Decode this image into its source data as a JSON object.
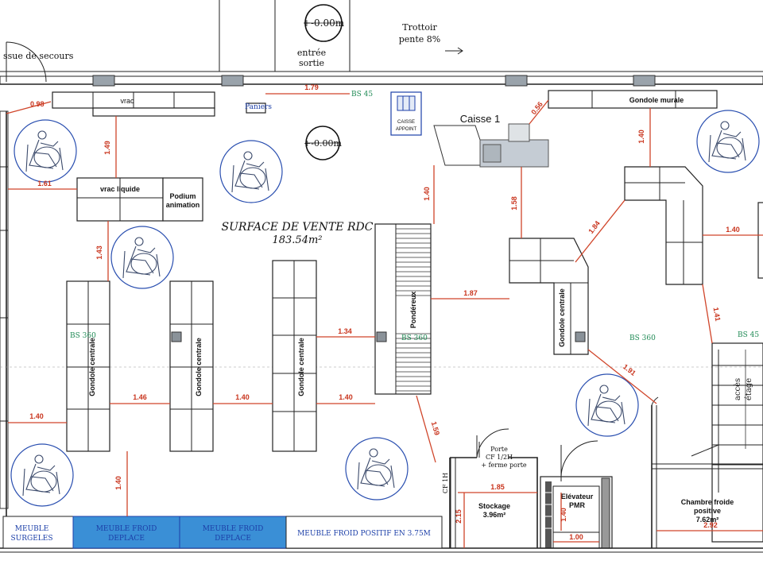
{
  "title": "SURFACE DE VENTE RDC",
  "surface": "183.54m²",
  "top": {
    "level_1": "+-0.00m",
    "level_2": "+-0.00m",
    "entry": [
      "entrée",
      "sortie"
    ],
    "sidewalk": [
      "Trottoir",
      "pente 8%"
    ],
    "emergency_exit": "ssue de secours"
  },
  "labels": {
    "vrac": "vrac",
    "paniers": "Paniers",
    "caisse_appoint": [
      "CAISSE",
      "APPOINT"
    ],
    "caisse1": "Caisse 1",
    "gondole_murale": "Gondole murale",
    "vrac_liquide": "vrac liquide",
    "podium": [
      "Podium",
      "animation"
    ],
    "gondole_centrale": "Gondole centrale",
    "pondereux": "Pondéreux",
    "acces_etage": [
      "accès",
      "étage"
    ],
    "porte": [
      "Porte",
      "CF 1/2H",
      "+ ferme porte"
    ],
    "cf": "CF 1H",
    "stockage": [
      "Stockage",
      "3.96m²"
    ],
    "elevateur": [
      "Elévateur",
      "PMR"
    ],
    "chambre": [
      "Chambre froide",
      "positive",
      "7.62m²"
    ]
  },
  "bottom": {
    "surgeles": [
      "MEUBLE",
      "SURGELES"
    ],
    "froid_deplace": [
      "MEUBLE FROID",
      "DEPLACE"
    ],
    "froid_positif": "MEUBLE FROID POSITIF EN 3.75M"
  },
  "bs": {
    "a": "BS 45",
    "b": "BS 360",
    "c": "BS 360",
    "d": "BS 360",
    "e": "BS 45"
  },
  "dims": {
    "d098": "0.98",
    "d179": "1.79",
    "d056": "0.56",
    "d149": "1.49",
    "d161": "1.61",
    "d140a": "1.40",
    "d158": "1.58",
    "d143": "1.43",
    "d134": "1.34",
    "d184": "1.84",
    "d140b": "1.40",
    "d140c": "1.40",
    "d187": "1.87",
    "d141": "1.41",
    "d191": "1.91",
    "d140d": "1.40",
    "d146": "1.46",
    "d140e": "1.40",
    "d140f": "1.40",
    "d159": "1.59",
    "d140g": "1.40",
    "d185": "1.85",
    "d215": "2.15",
    "d292": "2.92",
    "d100": "1.00",
    "d140h": "1.40"
  },
  "colors": {
    "dimension": "#d0452a",
    "freezer": "#3a8fd6",
    "pmr_circle": "#2a4fb0",
    "bs_text": "#1f8a55"
  }
}
